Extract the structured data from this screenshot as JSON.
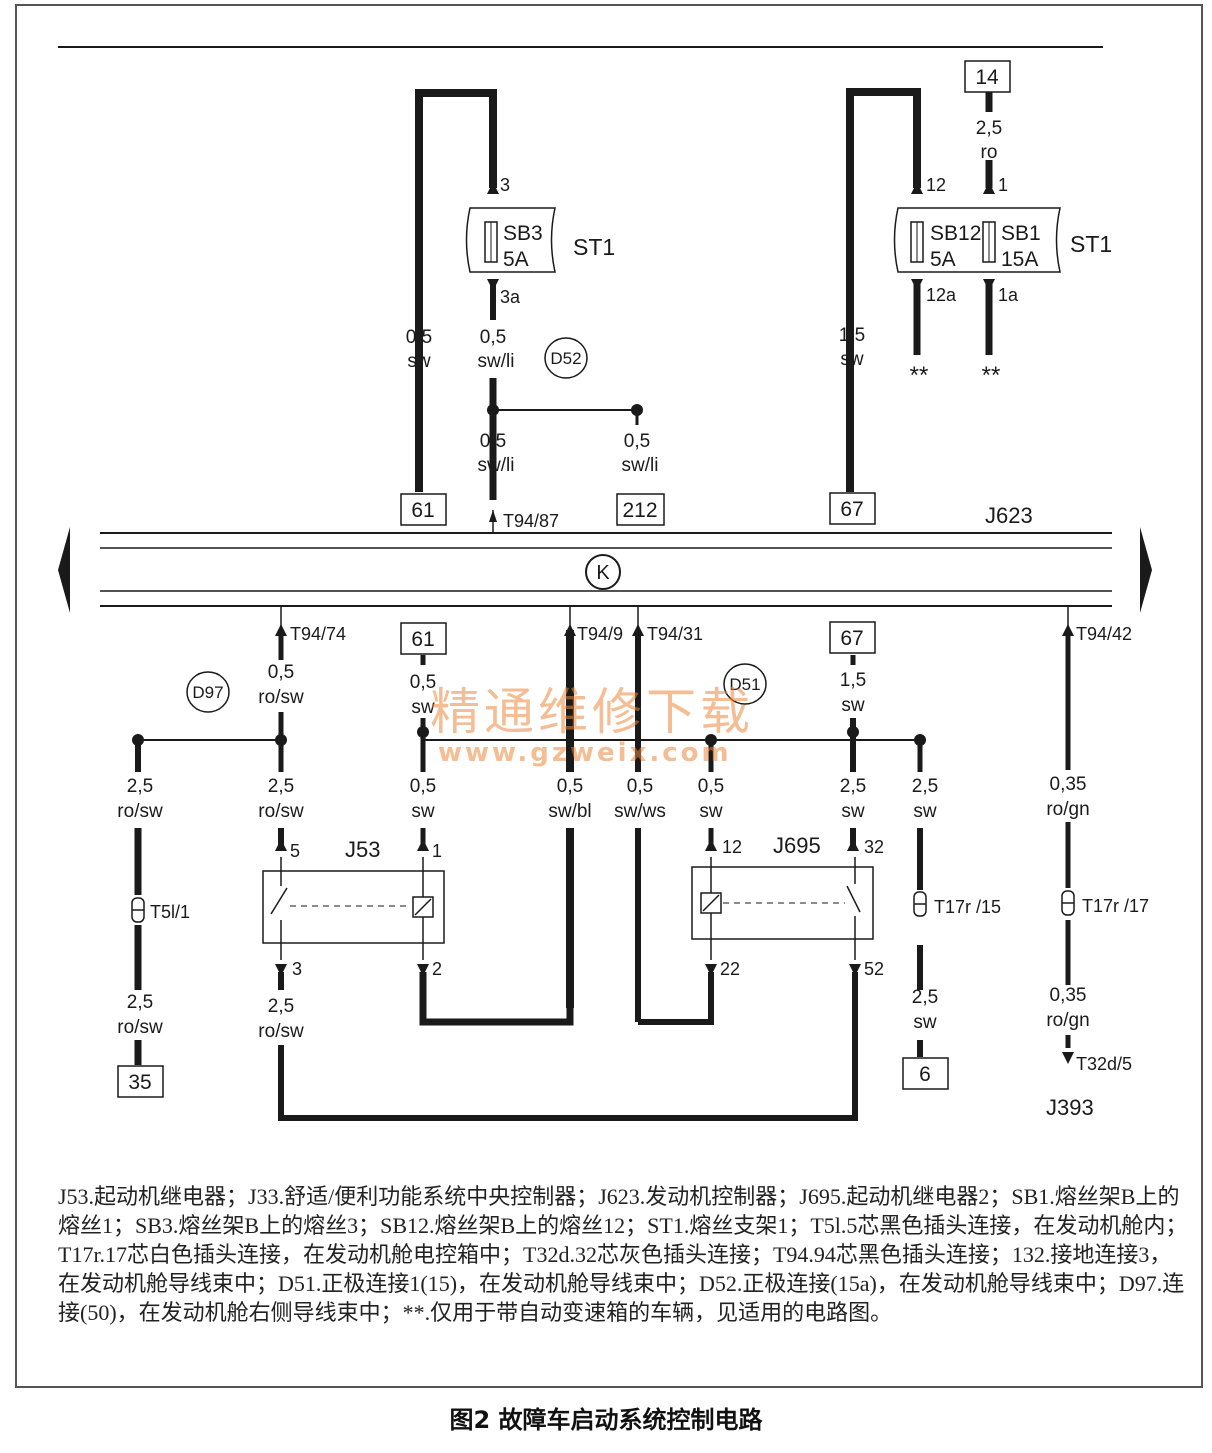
{
  "colors": {
    "line": "#1a1a1a",
    "frame": "#555555",
    "watermark": "#eb873c"
  },
  "watermark": {
    "cn": "精通维修下载",
    "url": "www.gzweix.com"
  },
  "boxes": {
    "b14": "14",
    "b61a": "61",
    "b212": "212",
    "b67a": "67",
    "b61b": "61",
    "b67b": "67",
    "b35": "35",
    "b6": "6"
  },
  "circles": {
    "d52": "D52",
    "d97": "D97",
    "d51": "D51",
    "k": "K"
  },
  "fuses": {
    "sb3_name": "SB3",
    "sb3_amp": "5A",
    "st1_left": "ST1",
    "sb12_name": "SB12",
    "sb12_amp": "5A",
    "sb1_name": "SB1",
    "sb1_amp": "15A",
    "st1_right": "ST1"
  },
  "pins": {
    "p3": "3",
    "p3a": "3a",
    "p12": "12",
    "p12a": "12a",
    "p1": "1",
    "p1a": "1a",
    "t94_87": "T94/87",
    "t94_74": "T94/74",
    "t94_9": "T94/9",
    "t94_31": "T94/31",
    "t94_42": "T94/42",
    "j53_5": "5",
    "j53_1": "1",
    "j53_3": "3",
    "j53_2": "2",
    "j695_12": "12",
    "j695_32": "32",
    "j695_22": "22",
    "j695_52": "52",
    "t32d5": "T32d/5"
  },
  "components": {
    "j623": "J623",
    "j53": "J53",
    "j695": "J695",
    "j393": "J393"
  },
  "connectors": {
    "t5l1": "T5l/1",
    "t17r15": "T17r /15",
    "t17r17": "T17r /17"
  },
  "stars": {
    "s1": "**",
    "s2": "**"
  },
  "wires": {
    "w1": {
      "size": "2,5",
      "color": "ro"
    },
    "w2": {
      "size": "0,5",
      "color": "sw"
    },
    "w3": {
      "size": "0,5",
      "color": "sw/li"
    },
    "w4": {
      "size": "0,5",
      "color": "sw/li"
    },
    "w5": {
      "size": "0,5",
      "color": "sw/li"
    },
    "w6": {
      "size": "1,5",
      "color": "sw"
    },
    "w7": {
      "size": "0,5",
      "color": "ro/sw"
    },
    "w8": {
      "size": "0,5",
      "color": "sw"
    },
    "w9": {
      "size": "1,5",
      "color": "sw"
    },
    "w10": {
      "size": "2,5",
      "color": "ro/sw"
    },
    "w11": {
      "size": "2,5",
      "color": "ro/sw"
    },
    "w12": {
      "size": "0,5",
      "color": "sw"
    },
    "w13": {
      "size": "0,5",
      "color": "sw/bl"
    },
    "w14": {
      "size": "0,5",
      "color": "sw/ws"
    },
    "w15": {
      "size": "0,5",
      "color": "sw"
    },
    "w16": {
      "size": "2,5",
      "color": "sw"
    },
    "w17": {
      "size": "2,5",
      "color": "sw"
    },
    "w18": {
      "size": "0,35",
      "color": "ro/gn"
    },
    "w19": {
      "size": "2,5",
      "color": "ro/sw"
    },
    "w20": {
      "size": "2,5",
      "color": "ro/sw"
    },
    "w21": {
      "size": "2,5",
      "color": "sw"
    },
    "w22": {
      "size": "0,35",
      "color": "ro/gn"
    }
  },
  "legend": "J53.起动机继电器；J33.舒适/便利功能系统中央控制器；J623.发动机控制器；J695.起动机继电器2；SB1.熔丝架B上的熔丝1；SB3.熔丝架B上的熔丝3；SB12.熔丝架B上的熔丝12；ST1.熔丝支架1；T5l.5芯黑色插头连接，在发动机舱内；T17r.17芯白色插头连接，在发动机舱电控箱中；T32d.32芯灰色插头连接；T94.94芯黑色插头连接；132.接地连接3，在发动机舱导线束中；D51.正极连接1(15)，在发动机舱导线束中；D52.正极连接(15a)，在发动机舱导线束中；D97.连接(50)，在发动机舱右侧导线束中；**.仅用于带自动变速箱的车辆，见适用的电路图。",
  "caption": "图2 故障车启动系统控制电路"
}
